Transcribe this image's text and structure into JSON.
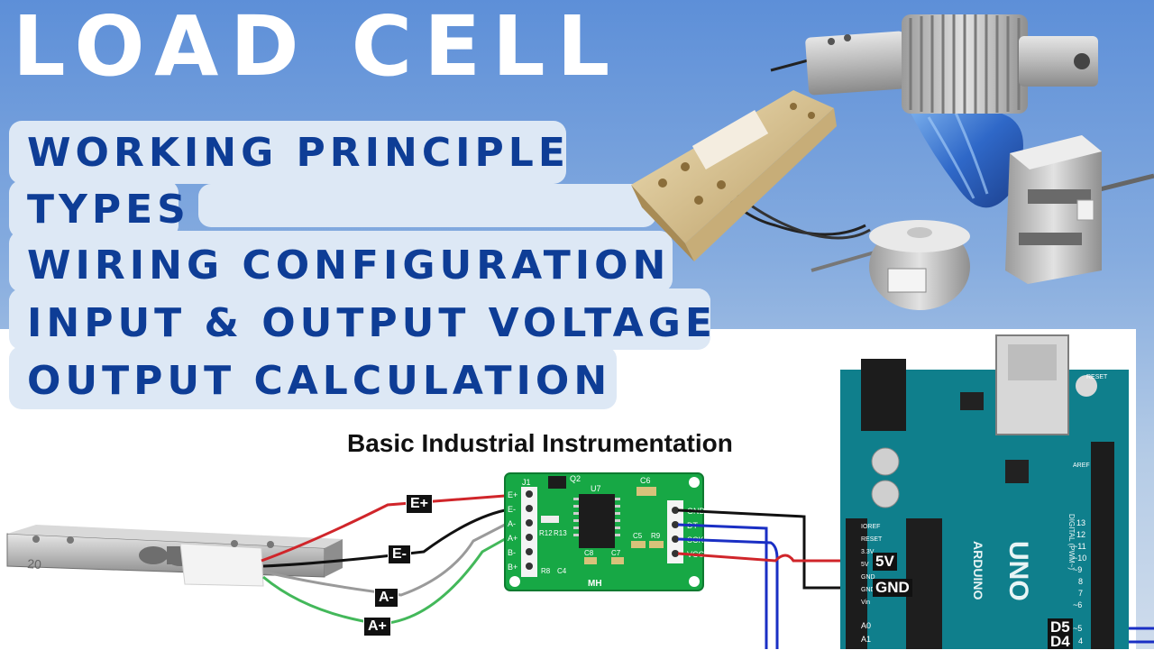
{
  "title": "LOAD CELL",
  "topics": [
    "WORKING PRINCIPLE",
    "TYPES",
    "WIRING CONFIGURATION",
    "INPUT & OUTPUT VOLTAGE",
    "OUTPUT CALCULATION"
  ],
  "subtitle": "Basic Industrial Instrumentation",
  "wire_labels": {
    "e_plus": "E+",
    "e_minus": "E-",
    "a_minus": "A-",
    "a_plus": "A+"
  },
  "hx711": {
    "left_pins": [
      "E+",
      "E-",
      "A-",
      "A+",
      "B-",
      "B+"
    ],
    "right_pins": [
      "GND",
      "DT",
      "SCK",
      "VCC"
    ],
    "brand": "MH",
    "chip": "U7",
    "header": "J1",
    "components": [
      "Q2",
      "C6",
      "R12",
      "R13",
      "R8",
      "C4",
      "C5",
      "R9",
      "C8",
      "C7"
    ]
  },
  "arduino": {
    "pins": {
      "v5": "5V",
      "gnd": "GND",
      "d5": "D5",
      "d4": "D4"
    },
    "left_labels": [
      "IOREF",
      "RESET",
      "3.3V",
      "5V",
      "GND",
      "GND",
      "Vin",
      "A0",
      "A1"
    ],
    "logo": "UNO",
    "brand": "ARDUINO",
    "side_text": "DIGITAL (PWM~)",
    "reset": "RESET",
    "aref": "AREF",
    "right_numbers": [
      "13",
      "12",
      "~11",
      "~10",
      "~9",
      "8",
      "7",
      "~6",
      "~5",
      "4"
    ]
  },
  "colors": {
    "title": "#ffffff",
    "topic_text": "#0e3d96",
    "pill_bg": "#dde8f5",
    "pcb_green": "#17a845",
    "arduino_teal": "#0f7f8c",
    "wire_red": "#d0252a",
    "wire_black": "#111111",
    "wire_white": "#9a9a9a",
    "wire_green": "#43b85a",
    "wire_blue": "#1a2fc4"
  },
  "icons": [
    "load-cell-bar-icon",
    "bellows-load-cell-icon",
    "s-type-load-cell-icon",
    "button-load-cell-icon",
    "hx711-board-icon",
    "arduino-board-icon"
  ]
}
